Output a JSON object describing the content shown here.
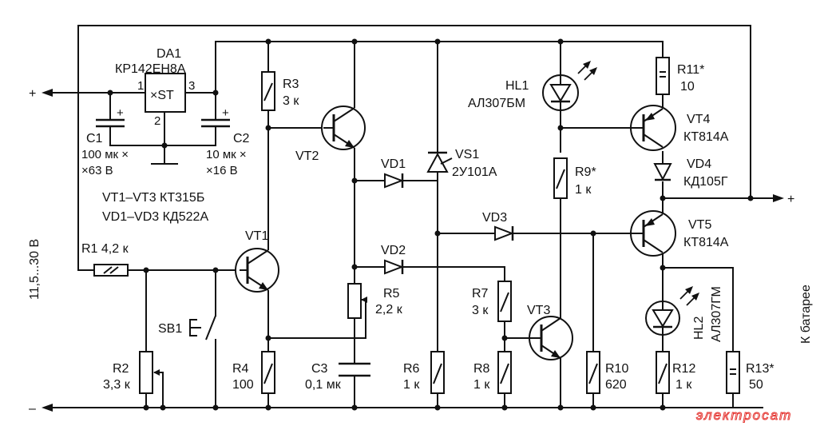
{
  "supply": {
    "plus": "+",
    "minus": "–",
    "range": "11,5...30 В",
    "out_plus": "+",
    "battery": "К батарее"
  },
  "da1": {
    "name": "DA1",
    "type": "КР142ЕН8А",
    "pin1": "1",
    "pin2": "2",
    "pin3": "3",
    "body": "×ST"
  },
  "c1": {
    "name": "C1",
    "value1": "100 мк ×",
    "value2": "×63 В",
    "pol": "+"
  },
  "c2": {
    "name": "C2",
    "value1": "10 мк ×",
    "value2": "×16 В",
    "pol": "+"
  },
  "notes": {
    "line1": "VT1–VT3 КТ315Б",
    "line2": "VD1–VD3 КД522А"
  },
  "r1": {
    "label": "R1 4,2 к"
  },
  "r2": {
    "name": "R2",
    "value": "3,3 к"
  },
  "r3": {
    "name": "R3",
    "value": "3 к"
  },
  "r4": {
    "name": "R4",
    "value": "100"
  },
  "r5": {
    "name": "R5",
    "value": "2,2 к"
  },
  "r6": {
    "name": "R6",
    "value": "1 к"
  },
  "r7": {
    "name": "R7",
    "value": "3 к"
  },
  "r8": {
    "name": "R8",
    "value": "1 к"
  },
  "r9": {
    "name": "R9*",
    "value": "1 к"
  },
  "r10": {
    "name": "R10",
    "value": "620"
  },
  "r11": {
    "name": "R11*",
    "value": "10"
  },
  "r12": {
    "name": "R12",
    "value": "1 к"
  },
  "r13": {
    "name": "R13*",
    "value": "50"
  },
  "c3": {
    "name": "C3",
    "value": "0,1 мк"
  },
  "sb1": {
    "name": "SB1"
  },
  "vt1": {
    "name": "VT1"
  },
  "vt2": {
    "name": "VT2"
  },
  "vt3": {
    "name": "VT3"
  },
  "vt4": {
    "name": "VT4",
    "type": "КТ814А"
  },
  "vt5": {
    "name": "VT5",
    "type": "КТ814А"
  },
  "vd1": {
    "name": "VD1"
  },
  "vd2": {
    "name": "VD2"
  },
  "vd3": {
    "name": "VD3"
  },
  "vd4": {
    "name": "VD4",
    "type": "КД105Г"
  },
  "vs1": {
    "name": "VS1",
    "type": "2У101А"
  },
  "hl1": {
    "name": "HL1",
    "type": "АЛ307БМ"
  },
  "hl2": {
    "name": "HL2",
    "type": "АЛ307ГМ"
  },
  "watermark": "электросат",
  "colors": {
    "ink": "#111111",
    "watermark": "#e53935"
  }
}
